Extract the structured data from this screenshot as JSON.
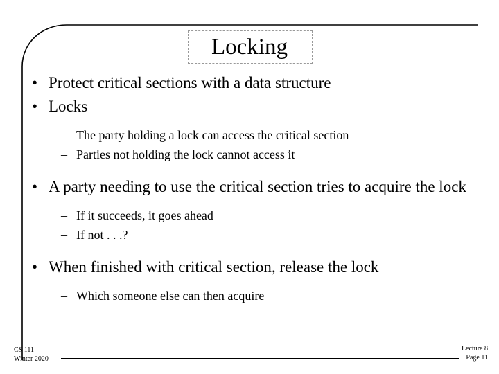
{
  "slide": {
    "title": "Locking",
    "bullets": [
      {
        "level": 1,
        "marker": "•",
        "text": "Protect critical sections with a data structure"
      },
      {
        "level": 1,
        "marker": "•",
        "text": "Locks"
      },
      {
        "level": 2,
        "marker": "–",
        "text": "The party holding a lock can access the critical section"
      },
      {
        "level": 2,
        "marker": "–",
        "text": "Parties not holding the lock cannot access it"
      },
      {
        "level": 1,
        "marker": "•",
        "text": "A party needing to use the critical section tries to acquire the lock"
      },
      {
        "level": 2,
        "marker": "–",
        "text": "If it succeeds, it goes ahead"
      },
      {
        "level": 2,
        "marker": "–",
        "text": "If not . . .?"
      },
      {
        "level": 1,
        "marker": "•",
        "text": "When finished with critical section, release the lock"
      },
      {
        "level": 2,
        "marker": "–",
        "text": "Which someone else can then acquire"
      }
    ],
    "footer": {
      "course": "CS 111",
      "term": "Winter 2020",
      "lecture": "Lecture 8",
      "page": "Page 11"
    }
  },
  "colors": {
    "background": "#ffffff",
    "text": "#000000",
    "frame": "#000000",
    "title_placeholder_border": "#999999"
  }
}
